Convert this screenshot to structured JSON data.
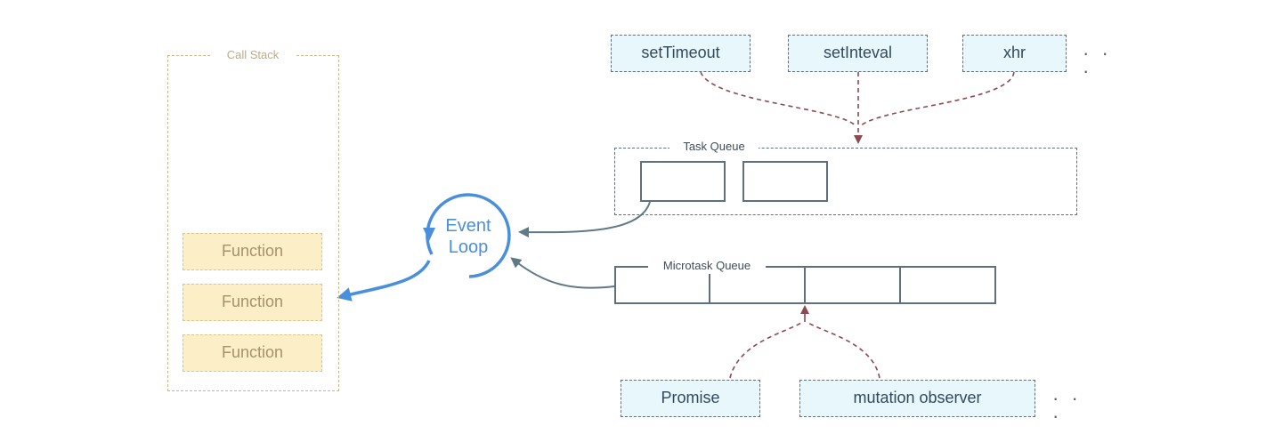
{
  "call_stack": {
    "title": "Call Stack",
    "functions": [
      "Function",
      "Function",
      "Function"
    ]
  },
  "event_loop": {
    "line1": "Event",
    "line2": "Loop"
  },
  "web_apis": {
    "items": [
      "setTimeout",
      "setInteval",
      "xhr"
    ],
    "more": "· · ·"
  },
  "task_queue": {
    "title": "Task Queue"
  },
  "microtask_queue": {
    "title": "Microtask Queue"
  },
  "microtask_sources": {
    "items": [
      "Promise",
      "mutation observer"
    ],
    "more": "· · ·"
  },
  "colors": {
    "event_loop": "#4a8fdc",
    "api_fill": "#e8f7fb",
    "function_fill": "#fcefc8",
    "queue_stroke": "#5f6f7c",
    "source_arrow": "#8b4a52"
  }
}
